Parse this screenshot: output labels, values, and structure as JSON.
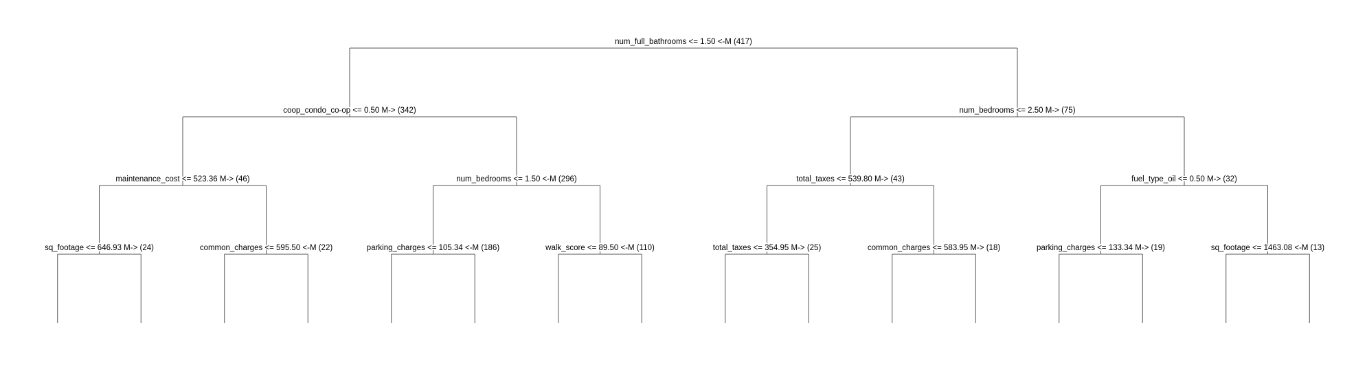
{
  "tree": {
    "root": {
      "label": "num_full_bathrooms <= 1.50 <-M (417)",
      "left": {
        "label": "coop_condo_co-op <= 0.50 M-> (342)",
        "left": {
          "label": "maintenance_cost <= 523.36 M-> (46)",
          "left": {
            "label": "sq_footage <= 646.93 M-> (24)"
          },
          "right": {
            "label": "common_charges <= 595.50 <-M (22)"
          }
        },
        "right": {
          "label": "num_bedrooms <= 1.50 <-M (296)",
          "left": {
            "label": "parking_charges <= 105.34 <-M (186)"
          },
          "right": {
            "label": "walk_score <= 89.50 <-M (110)"
          }
        }
      },
      "right": {
        "label": "num_bedrooms <= 2.50 M-> (75)",
        "left": {
          "label": "total_taxes <= 539.80 M-> (43)",
          "left": {
            "label": "total_taxes <= 354.95 M-> (25)"
          },
          "right": {
            "label": "common_charges <= 583.95 M-> (18)"
          }
        },
        "right": {
          "label": "fuel_type_oil <= 0.50 M-> (32)",
          "left": {
            "label": "parking_charges <= 133.34 M-> (19)"
          },
          "right": {
            "label": "sq_footage <= 1463.08 <-M (13)"
          }
        }
      }
    }
  },
  "colors": {
    "edge": "#555555",
    "text": "#000000",
    "background": "#ffffff"
  }
}
